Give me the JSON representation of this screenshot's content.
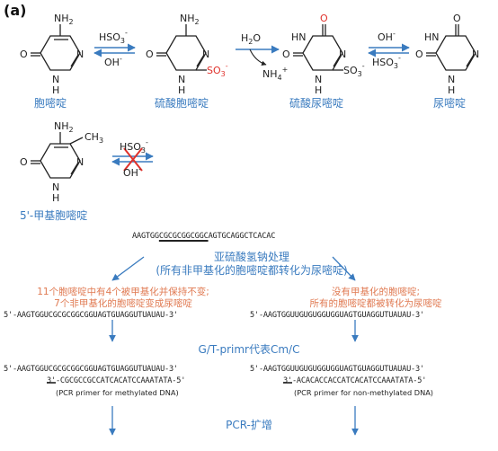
{
  "panel_label": "(a)",
  "row1": {
    "names": [
      "胞嘧啶",
      "硫酸胞嘧啶",
      "硫酸尿嘧啶",
      "尿嘧啶"
    ],
    "arrow1": {
      "top": "HSO3-",
      "bottom": "OH-"
    },
    "arrow2": {
      "top": "H2O",
      "bottom": "NH4+"
    },
    "arrow3": {
      "top": "OH-",
      "bottom": "HSO3-"
    },
    "atoms": {
      "nh2": "NH2",
      "o": "O",
      "n": "N",
      "h": "H",
      "hn": "HN",
      "so3": "SO3",
      "ch3": "CH3"
    }
  },
  "row2": {
    "name": "5'-甲基胞嘧啶",
    "arrow": {
      "top": "HSO3-",
      "bottom": "OH-"
    }
  },
  "top_sequence": "AAGTGGCGCGCGGCGGCAGTGCAGGCTCACAC",
  "treatment": {
    "line1": "亚硫酸氢钠处理",
    "line2": "(所有非甲基化的胞嘧啶都转化为尿嘧啶)"
  },
  "left_note": {
    "line1": "11个胞嘧啶中有4个被甲基化并保持不变;",
    "line2": "7个非甲基化的胞嘧啶变成尿嘧啶"
  },
  "right_note": {
    "line1": "没有甲基化的胞嘧啶;",
    "line2": "所有的胞嘧啶都被转化为尿嘧啶"
  },
  "left_seq1": "5'-AAGTGGUCGCGCGGCGGUAGTGUAGGUTUAUAU-3'",
  "right_seq1": "5'-AAGTGGUUGUGUGGUGGUAGTGUAGGUTUAUAU-3'",
  "step2": "G/T-primr代表Cm/C",
  "left_seq2": "5'-AAGTGGUCGCGCGGCGGUAGTGUAGGUTUAUAU-3'",
  "left_primer": "3'-CGCGCCGCCATCACATCCAAATATA-5'",
  "left_primer_note": "(PCR primer for methylated DNA)",
  "right_seq2": "5'-AAGTGGUUGUGUGGUGGUAGTGUAGGUTUAUAU-3'",
  "right_primer": "3'-ACACACCACCATCACATCCAAATATA-5'",
  "right_primer_note": "(PCR primer for non-methylated DNA)",
  "step3": "PCR-扩增",
  "colors": {
    "blue": "#3a7bbf",
    "red": "#e0312b",
    "orange": "#e07a52",
    "black": "#222222"
  }
}
